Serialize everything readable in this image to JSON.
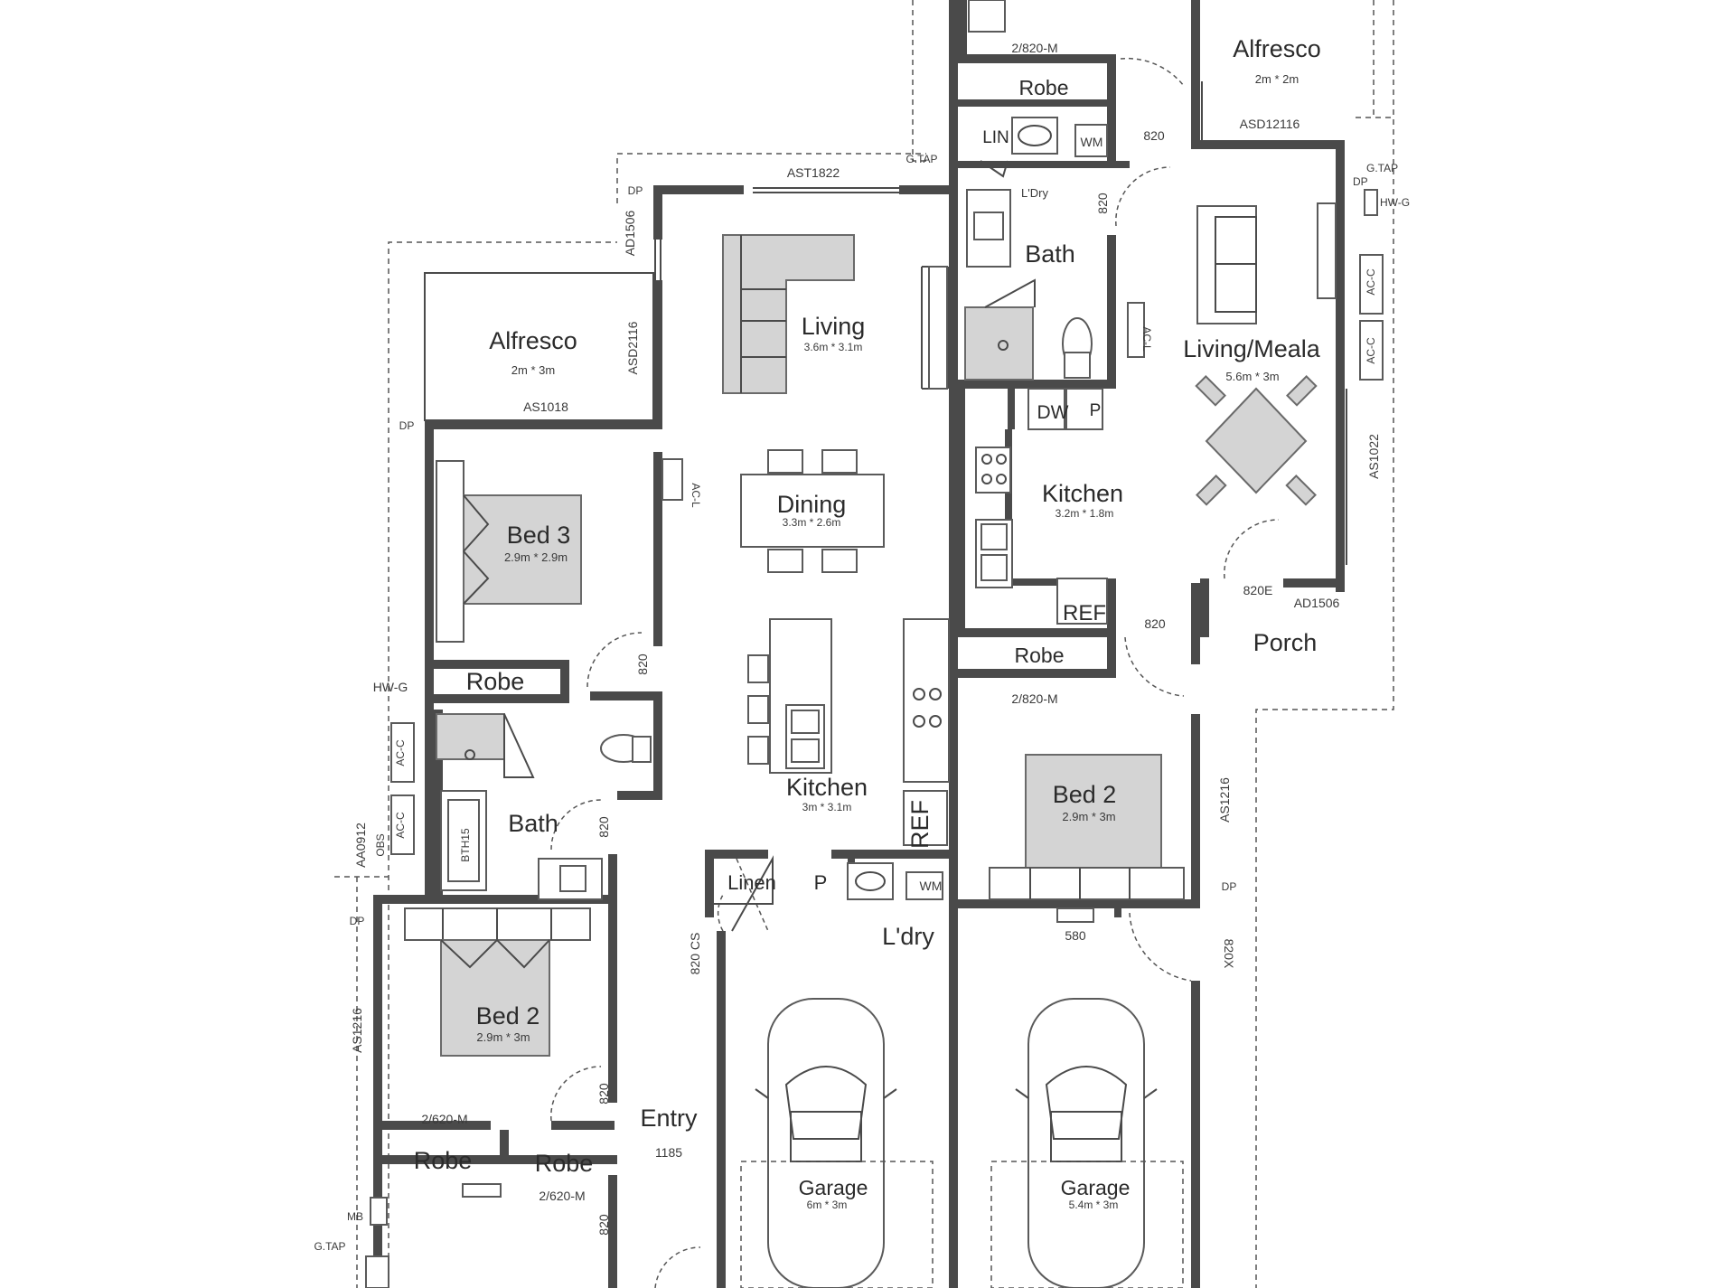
{
  "labels": {
    "alfresco_left": "Alfresco",
    "alfresco_left_dim": "2m * 3m",
    "alfresco_right": "Alfresco",
    "alfresco_right_dim": "2m * 2m",
    "living": "Living",
    "living_dim": "3.6m * 3.1m",
    "dining": "Dining",
    "dining_dim": "3.3m * 2.6m",
    "kitchen_left": "Kitchen",
    "kitchen_left_dim": "3m * 3.1m",
    "bed3": "Bed 3",
    "bed3_dim": "2.9m * 2.9m",
    "robe_bed3": "Robe",
    "bath_left": "Bath",
    "bed2_left": "Bed 2",
    "bed2_left_dim": "2.9m * 3m",
    "robe_a": "Robe",
    "robe_b": "Robe",
    "entry": "Entry",
    "linen": "Linen",
    "pantry_left": "P",
    "wm_left": "WM",
    "ldry_left": "L'dry",
    "ref_left": "REF",
    "garage_left": "Garage",
    "garage_left_dim": "6m * 3m",
    "garage_right": "Garage",
    "garage_right_dim": "5.4m * 3m",
    "robe_top_right": "Robe",
    "lin_right": "LIN",
    "wm_right": "WM",
    "ldry_right": "L'Dry",
    "bath_right": "Bath",
    "living_meals": "Living/Meala",
    "living_meals_dim": "5.6m * 3m",
    "dw": "DW",
    "pantry_right": "P",
    "kitchen_right": "Kitchen",
    "kitchen_right_dim": "3.2m * 1.8m",
    "ref_right": "REF",
    "porch": "Porch",
    "robe_bed2_right": "Robe",
    "bed2_right": "Bed 2",
    "bed2_right_dim": "2.9m * 3m"
  },
  "annotations": {
    "ast1822": "AST1822",
    "ad1506_left": "AD1506",
    "asd2116_left": "ASD2116",
    "as1018": "AS1018",
    "gtap_left": "G.TAP",
    "dp_a": "DP",
    "dp_b": "DP",
    "dp_c": "DP",
    "hwg_left": "HW-G",
    "acc_l1": "AC-C",
    "acc_l2": "AC-C",
    "aa0912": "AA0912",
    "obs": "OBS",
    "as1216_left": "AS1216",
    "bth15": "BTH15",
    "d820_bed3": "820",
    "d820_bath": "820",
    "d820_bed2": "820",
    "d820_lower": "820",
    "d820cs": "820 CS",
    "w2620m_a": "2/620-M",
    "w2620m_b": "2/620-M",
    "d1185": "1185",
    "mb": "MB",
    "gtap_bottom": "G.TAP",
    "acl": "AC-L",
    "acl_right": "AC-L",
    "w2820m_top": "2/820-M",
    "asd12116": "ASD12116",
    "d820_alf": "820",
    "d820_bath_r": "820",
    "gtap_right": "G.TAP",
    "dp_right": "DP",
    "hwg_right": "HW-G",
    "acc_r1": "AC-C",
    "acc_r2": "AC-C",
    "as1022": "AS1022",
    "d820e": "820E",
    "ad1506_right": "AD1506",
    "d820_kit_r": "820",
    "w2820m_bottom": "2/820-M",
    "as1216_right": "AS1216",
    "dp_right2": "DP",
    "d580": "580",
    "d820x": "820X"
  }
}
